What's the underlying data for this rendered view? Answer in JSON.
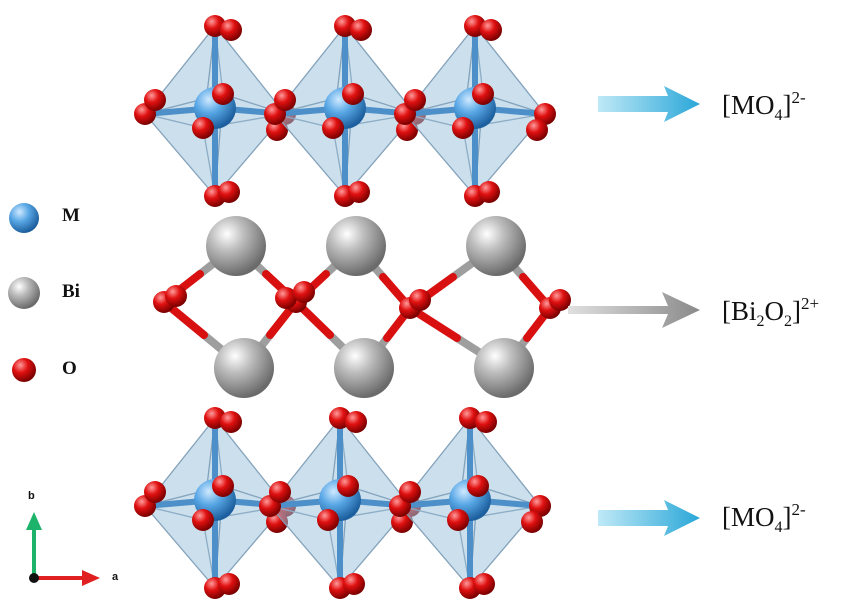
{
  "legend": {
    "items": [
      {
        "label": "M",
        "color": "#3a8fd6"
      },
      {
        "label": "Bi",
        "color": "#9a9a9a"
      },
      {
        "label": "O",
        "color": "#e01010"
      }
    ]
  },
  "layers": {
    "top": {
      "formula_main": "[MO",
      "formula_sub": "4",
      "formula_close": "]",
      "formula_sup": "2-",
      "arrow_color": "#45b8e0"
    },
    "middle": {
      "formula_main": "[Bi",
      "formula_sub": "2",
      "formula_mid": "O",
      "formula_sub2": "2",
      "formula_close": "]",
      "formula_sup": "2+",
      "arrow_color": "#9a9a9a"
    },
    "bottom": {
      "formula_main": "[MO",
      "formula_sub": "4",
      "formula_close": "]",
      "formula_sup": "2-",
      "arrow_color": "#45b8e0"
    }
  },
  "axes": {
    "vertical": "b",
    "horizontal": "a",
    "vertical_color": "#1db36a",
    "horizontal_color": "#e02020"
  }
}
